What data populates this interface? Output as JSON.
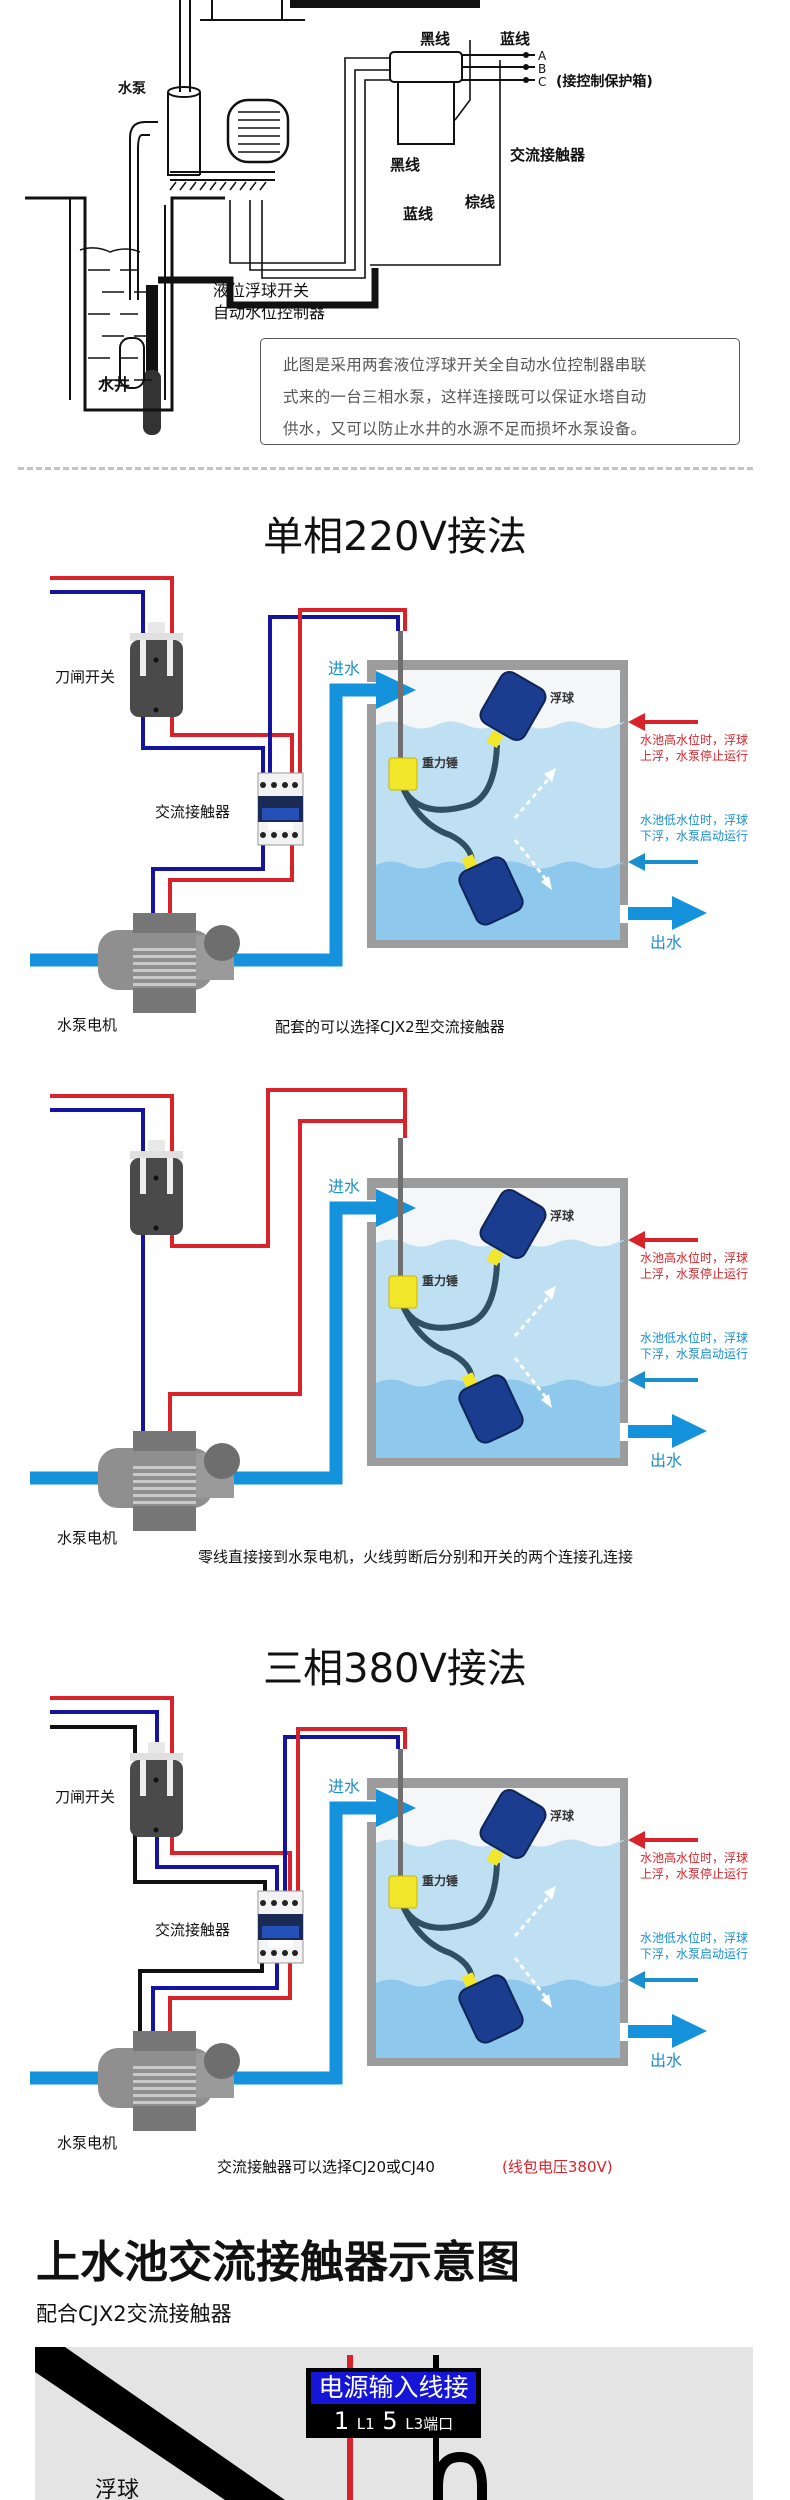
{
  "top_diagram": {
    "labels": {
      "black_wire_top": "黑线",
      "blue_wire_top": "蓝线",
      "terminal_a": "A",
      "terminal_b": "B",
      "terminal_c": "C",
      "protection_box": "(接控制保护箱)",
      "pump": "水泵",
      "contactor": "交流接触器",
      "black_wire_bottom": "黑线",
      "brown_wire": "棕线",
      "blue_wire_bottom": "蓝线",
      "float_switch_line1": "液位浮球开关",
      "float_switch_line2": "自动水位控制器",
      "well": "水井"
    },
    "note_lines": [
      "此图是采用两套液位浮球开关全自动水位控制器串联",
      "式来的一台三相水泵，这样连接既可以保证水塔自动",
      "供水，又可以防止水井的水源不足而损坏水泵设备。"
    ]
  },
  "section_single_phase": {
    "title": "单相220V接法"
  },
  "section_three_phase": {
    "title": "三相380V接法"
  },
  "diagrams": [
    {
      "switch_label": "刀闸开关",
      "contactor_label": "交流接触器",
      "motor_label": "水泵电机",
      "inlet_label": "进水",
      "outlet_label": "出水",
      "float_label": "浮球",
      "weight_label": "重力锤",
      "high_note": [
        "水池高水位时，浮球",
        "上浮，水泵停止运行"
      ],
      "low_note": [
        "水池低水位时，浮球",
        "下浮，水泵启动运行"
      ],
      "caption": "配套的可以选择CJX2型交流接触器"
    },
    {
      "motor_label": "水泵电机",
      "inlet_label": "进水",
      "outlet_label": "出水",
      "float_label": "浮球",
      "weight_label": "重力锤",
      "high_note": [
        "水池高水位时，浮球",
        "上浮，水泵停止运行"
      ],
      "low_note": [
        "水池低水位时，浮球",
        "下浮，水泵启动运行"
      ],
      "caption": "零线直接接到水泵电机，火线剪断后分别和开关的两个连接孔连接"
    },
    {
      "switch_label": "刀闸开关",
      "contactor_label": "交流接触器",
      "motor_label": "水泵电机",
      "inlet_label": "进水",
      "outlet_label": "出水",
      "float_label": "浮球",
      "weight_label": "重力锤",
      "high_note": [
        "水池高水位时，浮球",
        "上浮，水泵停止运行"
      ],
      "low_note": [
        "水池低水位时，浮球",
        "下浮，水泵启动运行"
      ],
      "caption": "交流接触器可以选择CJ20或CJ40",
      "caption_highlight": "(线包电压380V)"
    }
  ],
  "contactor_section": {
    "title": "上水池交流接触器示意图",
    "subtitle": "配合CJX2交流接触器",
    "power_label_top": "电源输入线接",
    "terminal_1": "1",
    "terminal_l1": "L1",
    "terminal_5": "5",
    "terminal_l3": "L3端口",
    "float_label": "浮球"
  },
  "colors": {
    "live_wire": "#d8232a",
    "neutral_wire": "#1414a0",
    "ground_wire": "#111111",
    "water_pipe": "#1592dc",
    "high_note": "#d8232a",
    "low_note": "#1a8fd0",
    "label_blue": "#1515d8"
  }
}
